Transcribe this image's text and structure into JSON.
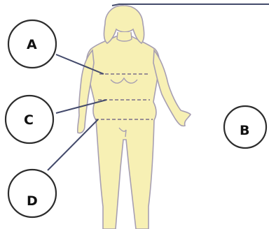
{
  "labels": {
    "a": "A",
    "b": "B",
    "c": "C",
    "d": "D"
  },
  "colors": {
    "body_fill": "#f7f0b4",
    "body_outline": "#a79fb2",
    "leader_line": "#434a6b",
    "circle_stroke": "#2d2d2d"
  }
}
